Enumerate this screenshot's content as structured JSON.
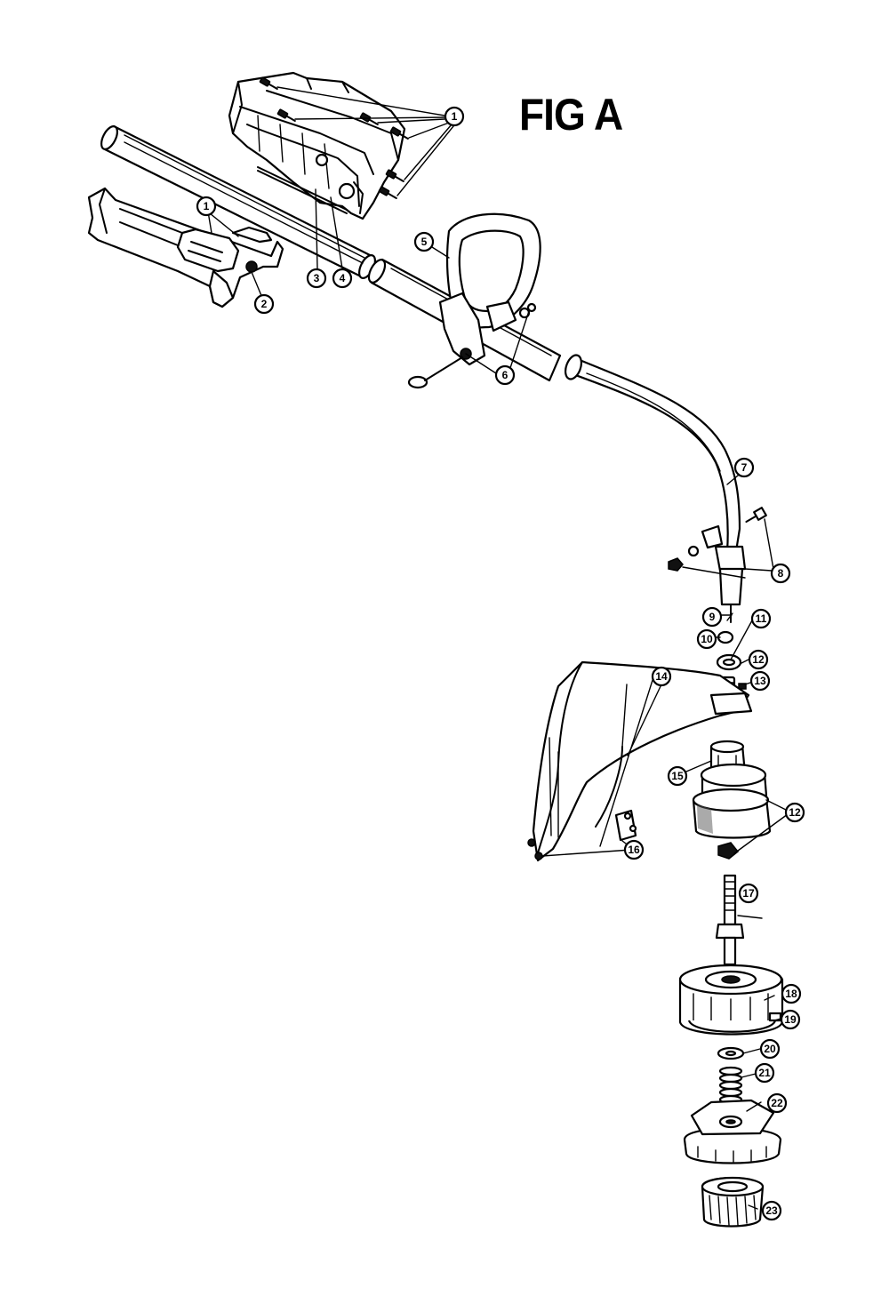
{
  "figure": {
    "title": "FIG A"
  },
  "callouts": [
    {
      "id": "c1a",
      "label": "1"
    },
    {
      "id": "c1b",
      "label": "1"
    },
    {
      "id": "c2",
      "label": "2"
    },
    {
      "id": "c3",
      "label": "3"
    },
    {
      "id": "c4",
      "label": "4"
    },
    {
      "id": "c5",
      "label": "5"
    },
    {
      "id": "c6",
      "label": "6"
    },
    {
      "id": "c7",
      "label": "7"
    },
    {
      "id": "c8",
      "label": "8"
    },
    {
      "id": "c9",
      "label": "9"
    },
    {
      "id": "c10",
      "label": "10"
    },
    {
      "id": "c11",
      "label": "11"
    },
    {
      "id": "c12a",
      "label": "12"
    },
    {
      "id": "c13",
      "label": "13"
    },
    {
      "id": "c14",
      "label": "14"
    },
    {
      "id": "c15",
      "label": "15"
    },
    {
      "id": "c12b",
      "label": "12"
    },
    {
      "id": "c16",
      "label": "16"
    },
    {
      "id": "c17",
      "label": "17"
    },
    {
      "id": "c18",
      "label": "18"
    },
    {
      "id": "c19",
      "label": "19"
    },
    {
      "id": "c20",
      "label": "20"
    },
    {
      "id": "c21",
      "label": "21"
    },
    {
      "id": "c22",
      "label": "22"
    },
    {
      "id": "c23",
      "label": "23"
    }
  ]
}
